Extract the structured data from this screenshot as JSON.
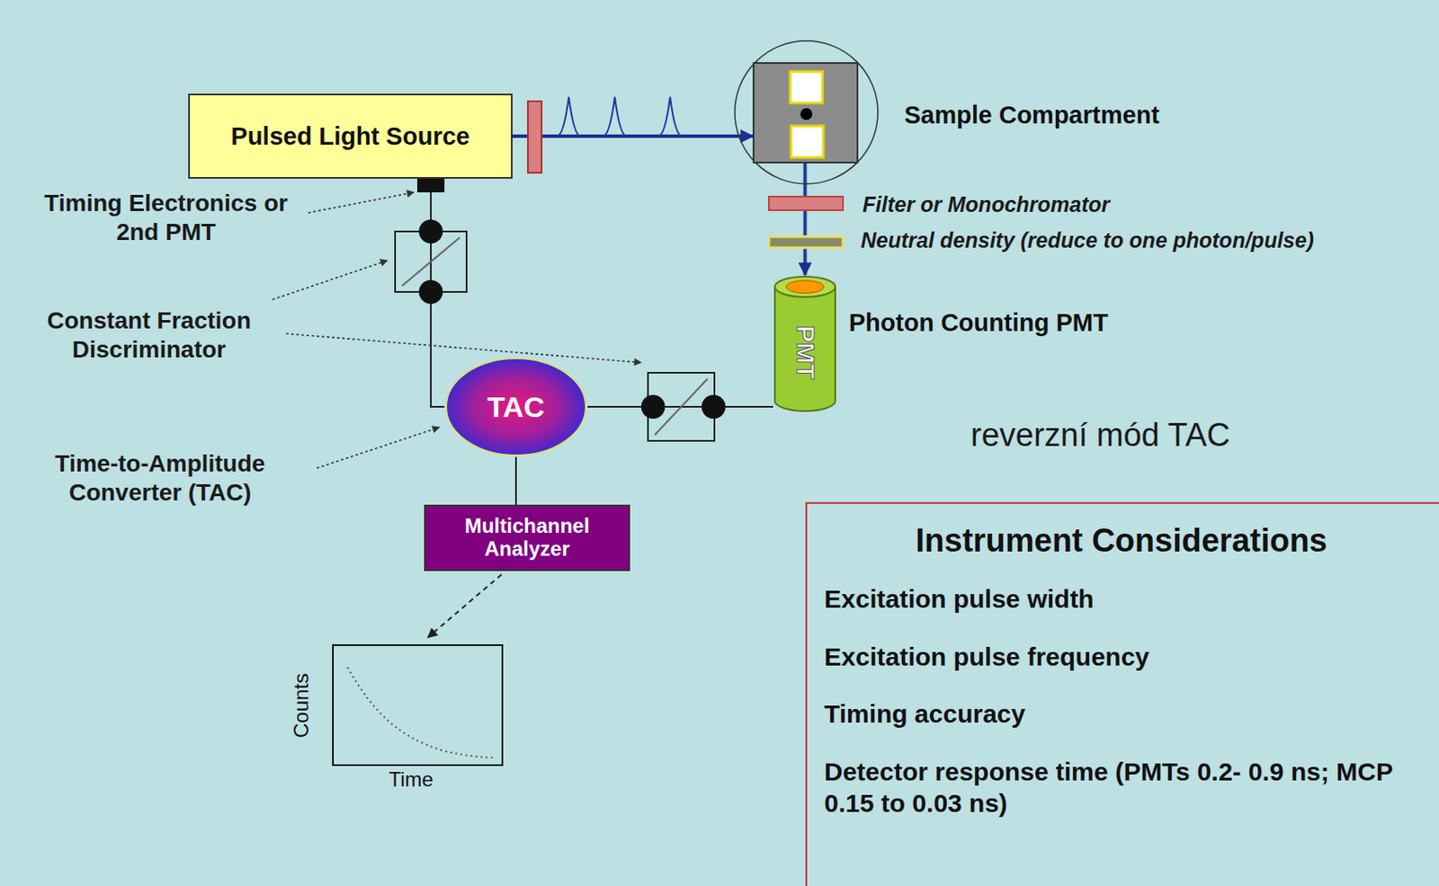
{
  "diagram": {
    "nodes": [
      {
        "text": [
          "Pulsed Light Source"
        ]
      },
      {
        "text": [
          "Sample Compartment"
        ]
      },
      {
        "text": [
          "PMT",
          "Photon Counting PMT"
        ]
      },
      {
        "text": [
          "TAC"
        ]
      },
      {
        "text": [
          "Multichannel Analyzer"
        ]
      },
      {
        "text": [
          "Counts",
          "Time"
        ]
      },
      {
        "text": [
          "Instrument Considerations",
          "Excitation pulse width",
          "Excitation pulse frequency",
          "Timing accuracy",
          "Detector response time (PMTs 0.2- 0.9 ns; MCP 0.15 to 0.03 ns)"
        ]
      }
    ],
    "edges": [
      {
        "from": 0,
        "to": 1,
        "arrow": "to"
      },
      {
        "from": 1,
        "to": 2,
        "arrow": "to"
      },
      {
        "from": 2,
        "to": 3,
        "arrow": "none"
      },
      {
        "from": 0,
        "to": 3,
        "arrow": "none"
      },
      {
        "from": 3,
        "to": 4,
        "arrow": "none"
      },
      {
        "from": 4,
        "to": 5,
        "arrow": "to"
      }
    ],
    "labels": [
      "Timing Electronics or 2nd PMT",
      "Constant Fraction Discriminator",
      "Time-to-Amplitude Converter (TAC)",
      "Filter or Monochromator",
      "Neutral density (reduce to one photon/pulse)",
      "reverzní mód TAC"
    ]
  }
}
